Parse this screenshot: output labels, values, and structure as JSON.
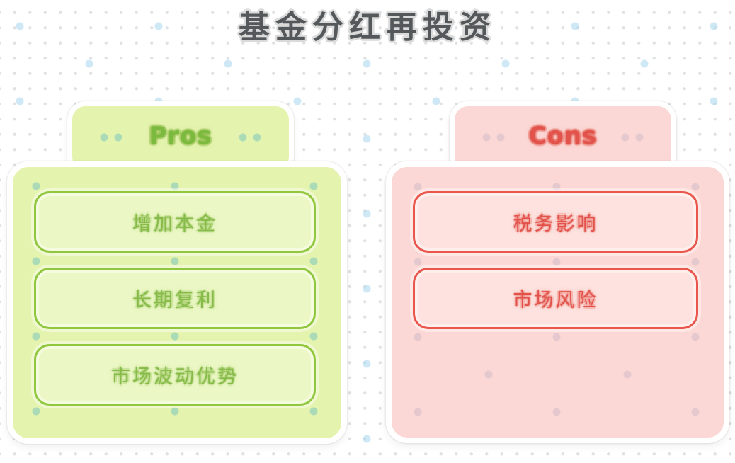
{
  "title": "基金分红再投资",
  "pros": {
    "label": "Pros",
    "items": [
      "增加本金",
      "长期复利",
      "市场波动优势"
    ]
  },
  "cons": {
    "label": "Cons",
    "items": [
      "税务影响",
      "市场风险"
    ]
  },
  "colors": {
    "pros_fill": "#e4f3ae",
    "pros_border": "#90c73e",
    "pros_text": "#7cba3f",
    "cons_fill": "#fbd8d5",
    "cons_border": "#e9564c",
    "cons_text": "#e2544b",
    "title_text": "#54585a",
    "card_border": "#ffffff",
    "dot_teal": "#aadbd2",
    "dot_gray": "#dfe2e5"
  }
}
